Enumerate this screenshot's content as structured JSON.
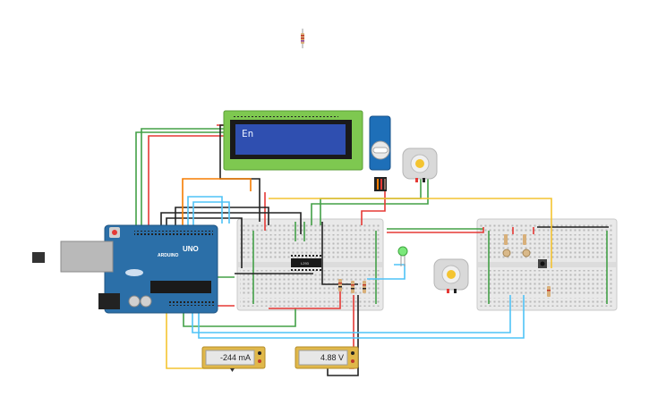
{
  "lcd": {
    "text": "En"
  },
  "ammeter": {
    "reading": "-244 mA"
  },
  "voltmeter": {
    "reading": "4.88 V"
  },
  "arduino": {
    "model": "UNO",
    "brand": "ARDUINO"
  },
  "chip": {
    "label": "L293"
  },
  "colors": {
    "wire_red": "#e53935",
    "wire_black": "#222222",
    "wire_green": "#43a047",
    "wire_blue": "#4fc3f7",
    "wire_orange": "#f57c00",
    "wire_yellow": "#f4c430",
    "board_blue": "#2b6fa8",
    "lcd_green": "#7ec850",
    "lcd_screen": "#2f4fb0"
  }
}
